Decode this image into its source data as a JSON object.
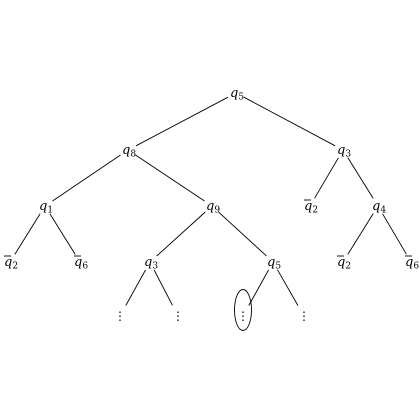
{
  "tree": {
    "nodes": [
      {
        "id": "root",
        "symbol": "q",
        "sub": "5",
        "negated": false
      },
      {
        "id": "n_q8",
        "symbol": "q",
        "sub": "8",
        "negated": false
      },
      {
        "id": "n_q3a",
        "symbol": "q",
        "sub": "3",
        "negated": false
      },
      {
        "id": "n_q1",
        "symbol": "q",
        "sub": "1",
        "negated": false
      },
      {
        "id": "n_q9",
        "symbol": "q",
        "sub": "9",
        "negated": false
      },
      {
        "id": "n_nq2a",
        "symbol": "q",
        "sub": "2",
        "negated": true
      },
      {
        "id": "n_q4",
        "symbol": "q",
        "sub": "4",
        "negated": false
      },
      {
        "id": "n_nq2b",
        "symbol": "q",
        "sub": "2",
        "negated": true
      },
      {
        "id": "n_nq6a",
        "symbol": "q",
        "sub": "6",
        "negated": true
      },
      {
        "id": "n_q3b",
        "symbol": "q",
        "sub": "3",
        "negated": false
      },
      {
        "id": "n_q5b",
        "symbol": "q",
        "sub": "5",
        "negated": false
      },
      {
        "id": "n_nq2c",
        "symbol": "q",
        "sub": "2",
        "negated": true
      },
      {
        "id": "n_nq6b",
        "symbol": "q",
        "sub": "6",
        "negated": true
      },
      {
        "id": "d1",
        "symbol": "⋮",
        "sub": "",
        "negated": false,
        "continuation": true
      },
      {
        "id": "d2",
        "symbol": "⋮",
        "sub": "",
        "negated": false,
        "continuation": true
      },
      {
        "id": "d3",
        "symbol": "⋮",
        "sub": "",
        "negated": false,
        "continuation": true,
        "circled": true
      },
      {
        "id": "d4",
        "symbol": "⋮",
        "sub": "",
        "negated": false,
        "continuation": true
      }
    ],
    "edges": [
      [
        "root",
        "n_q8"
      ],
      [
        "root",
        "n_q3a"
      ],
      [
        "n_q8",
        "n_q1"
      ],
      [
        "n_q8",
        "n_q9"
      ],
      [
        "n_q3a",
        "n_nq2a"
      ],
      [
        "n_q3a",
        "n_q4"
      ],
      [
        "n_q1",
        "n_nq2b"
      ],
      [
        "n_q1",
        "n_nq6a"
      ],
      [
        "n_q9",
        "n_q3b"
      ],
      [
        "n_q9",
        "n_q5b"
      ],
      [
        "n_q4",
        "n_nq2c"
      ],
      [
        "n_q4",
        "n_nq6b"
      ],
      [
        "n_q3b",
        "d1"
      ],
      [
        "n_q3b",
        "d2"
      ],
      [
        "n_q5b",
        "d3"
      ],
      [
        "n_q5b",
        "d4"
      ]
    ]
  }
}
